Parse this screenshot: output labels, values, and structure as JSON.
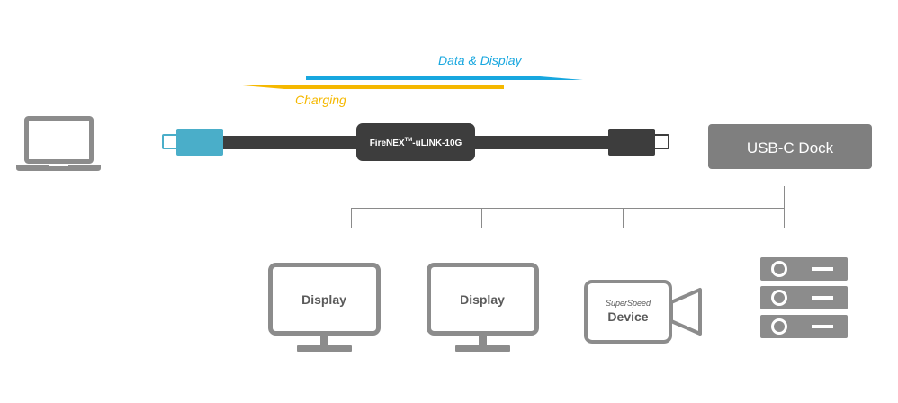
{
  "flows": {
    "data_display": "Data & Display",
    "charging": "Charging"
  },
  "extender": {
    "name": "FireNEX",
    "trademark": "TM",
    "model": "-uLINK-10G"
  },
  "dock": {
    "label": "USB-C Dock"
  },
  "devices": {
    "display_1": "Display",
    "display_2": "Display",
    "camera_top": "SuperSpeed",
    "camera_bottom": "Device"
  },
  "colors": {
    "data_arrow": "#18a7df",
    "charging_arrow": "#f5b800",
    "host_connector": "#4aaec9",
    "cable": "#3d3d3d",
    "extender_box": "#3d3d3d",
    "dock_box": "#7f7f7f",
    "device_gray": "#8c8c8c",
    "tree_line": "#8a8a8a"
  },
  "icons": {
    "host": "laptop-icon",
    "storage": "server-rack-icon",
    "camera": "camera-icon",
    "monitor": "monitor-icon"
  }
}
